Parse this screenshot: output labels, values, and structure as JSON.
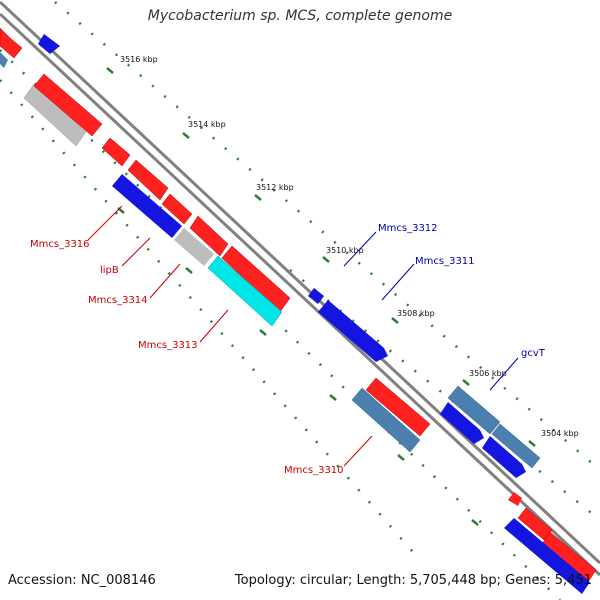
{
  "title": "Mycobacterium sp. MCS, complete genome",
  "footer": {
    "accession": "Accession: NC_008146",
    "summary": "Topology: circular; Length: 5,705,448 bp; Genes: 5,451"
  },
  "colors": {
    "backbone": "#808080",
    "tick": "#2e7d32",
    "red_gene": "#ff2020",
    "blue_gene": "#1515e0",
    "steel_gene": "#4a7fb0",
    "gray_gene": "#b8b8b8",
    "cyan_gene": "#00e5e5",
    "label_red": "#cc0000",
    "label_blue": "#0000aa"
  },
  "kbp_ticks": [
    "3516 kbp",
    "3514 kbp",
    "3512 kbp",
    "3510 kbp",
    "3508 kbp",
    "3506 kbp",
    "3504 kbp"
  ],
  "gene_labels": [
    "Mmcs_3316",
    "lipB",
    "Mmcs_3314",
    "Mmcs_3313",
    "Mmcs_3312",
    "Mmcs_3311",
    "gcvT",
    "Mmcs_3310"
  ]
}
